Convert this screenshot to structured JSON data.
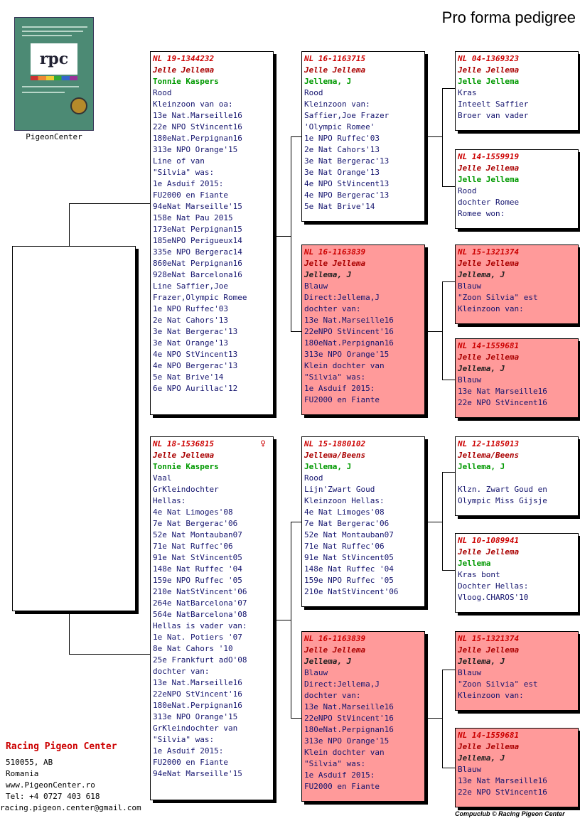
{
  "title": "Pro forma pedigree",
  "logo": {
    "mark": "rpc",
    "caption": "PigeonCenter"
  },
  "club": {
    "name": "Racing Pigeon Center",
    "lines": [
      "510055, AB",
      "Romania",
      "www.PigeonCenter.ro",
      "Tel: +4 0727 403 618",
      "racing.pigeon.center@gmail.com"
    ]
  },
  "footer": "Compuclub © Racing Pigeon Center",
  "birds": {
    "sire": {
      "ring": "NL  19-1344232",
      "owner": "Jelle Jellema",
      "breeder": "Tonnie Kaspers",
      "sex": "",
      "lines": [
        "Rood",
        "Kleinzoon van oa:",
        "13e Nat.Marseille16",
        "22e NPO StVincent16",
        "180eNat.Perpignan16",
        "313e NPO Orange'15",
        "Line of van",
        "\"Silvia\" was:",
        "1e Asduif 2015:",
        "FU2000 en Fiante",
        "94eNat Marseille'15",
        "158e Nat Pau 2015",
        "173eNat Perpignan15",
        "185eNPO Perigueux14",
        "335e NPO Bergerac14",
        "860eNat Perpignan16",
        "928eNat Barcelona16",
        "Line Saffier,Joe",
        "Frazer,Olympic Romee",
        "1e NPO Ruffec'03",
        "2e Nat Cahors'13",
        "3e Nat Bergerac'13",
        "3e Nat Orange'13",
        "4e NPO StVincent13",
        "4e NPO Bergerac'13",
        "5e Nat Brive'14",
        "6e NPO Aurillac'12"
      ]
    },
    "dam": {
      "ring": "NL  18-1536815",
      "owner": "Jelle Jellema",
      "breeder": "Tonnie Kaspers",
      "sex": "♀",
      "lines": [
        "Vaal",
        "GrKleindochter",
        "Hellas:",
        "4e Nat Limoges'08",
        "7e Nat Bergerac'06",
        "52e Nat Montauban07",
        "71e Nat Ruffec'06",
        "91e Nat StVincent05",
        "148e Nat Ruffec '04",
        "159e NPO Ruffec '05",
        "210e NatStVincent'06",
        "264e NatBarcelona'07",
        "564e NatBarcelona'08",
        "Hellas is vader van:",
        "1e Nat. Potiers '07",
        "8e Nat Cahors '10",
        "25e Frankfurt adO'08",
        "dochter van:",
        "13e Nat.Marseille16",
        "22eNPO StVincent'16",
        "180eNat.Perpignan16",
        "313e NPO Orange'15",
        "GrKleindochter van",
        "\"Silvia\" was:",
        "1e Asduif 2015:",
        "FU2000 en Fiante",
        "94eNat Marseille'15"
      ]
    },
    "ss": {
      "ring": "NL  16-1163715",
      "owner": "Jelle Jellema",
      "breeder": "Jellema, J",
      "lines": [
        "Rood",
        "Kleinzoon van:",
        "Saffier,Joe Frazer",
        "'Olympic Romee'",
        "1e NPO Ruffec'03",
        "2e Nat Cahors'13",
        "3e Nat Bergerac'13",
        "3e Nat Orange'13",
        "4e NPO StVincent13",
        "4e NPO Bergerac'13",
        "5e Nat Brive'14"
      ]
    },
    "sd": {
      "ring": "NL  16-1163839",
      "owner": "Jelle Jellema",
      "breeder": "Jellema, J",
      "lines": [
        "Blauw",
        "Direct:Jellema,J",
        "dochter van:",
        "13e Nat.Marseille16",
        "22eNPO StVincent'16",
        "180eNat.Perpignan16",
        "313e NPO Orange'15",
        "Klein dochter van",
        "\"Silvia\" was:",
        "1e Asduif 2015:",
        "FU2000 en Fiante"
      ]
    },
    "ds": {
      "ring": "NL  15-1880102",
      "owner": "Jellema/Beens",
      "breeder": "Jellema, J",
      "lines": [
        "Rood",
        "Lijn'Zwart Goud",
        "Kleinzoon Hellas:",
        "4e Nat Limoges'08",
        "7e Nat Bergerac'06",
        "52e Nat Montauban07",
        "71e Nat Ruffec'06",
        "91e Nat StVincent05",
        "148e Nat Ruffec '04",
        "159e NPO Ruffec '05",
        "210e NatStVincent'06"
      ]
    },
    "dd": {
      "ring": "NL  16-1163839",
      "owner": "Jelle Jellema",
      "breeder": "Jellema, J",
      "lines": [
        "Blauw",
        "Direct:Jellema,J",
        "dochter van:",
        "13e Nat.Marseille16",
        "22eNPO StVincent'16",
        "180eNat.Perpignan16",
        "313e NPO Orange'15",
        "Klein dochter van",
        "\"Silvia\" was:",
        "1e Asduif 2015:",
        "FU2000 en Fiante"
      ]
    },
    "sss": {
      "ring": "NL  04-1369323",
      "owner": "Jelle Jellema",
      "breeder": "Jelle Jellema",
      "lines": [
        "Kras",
        "Inteelt Saffier",
        "Broer van vader"
      ]
    },
    "ssd": {
      "ring": "NL  14-1559919",
      "owner": "Jelle Jellema",
      "breeder": "Jelle Jellema",
      "lines": [
        "Rood",
        "dochter Romee",
        "Romee won:"
      ]
    },
    "sds": {
      "ring": "NL  15-1321374",
      "owner": "Jelle Jellema",
      "breeder": "Jellema, J",
      "lines": [
        "Blauw",
        "\"Zoon Silvia\" est",
        "Kleinzoon van:"
      ]
    },
    "sdd": {
      "ring": "NL  14-1559681",
      "owner": "Jelle Jellema",
      "breeder": "Jellema, J",
      "lines": [
        "Blauw",
        "13e Nat Marseille16",
        "22e NPO StVincent16"
      ]
    },
    "dss": {
      "ring": "NL  12-1185013",
      "owner": "Jellema/Beens",
      "breeder": "Jellema, J",
      "lines": [
        "",
        "Klzn. Zwart Goud en",
        "Olympic Miss Gijsje"
      ]
    },
    "dsd": {
      "ring": "NL  10-1089941",
      "owner": "Jelle Jellema",
      "breeder": "Jellema",
      "lines": [
        "Kras bont",
        "Dochter Hellas:",
        "Vloog.CHAROS'10"
      ]
    },
    "dds": {
      "ring": "NL  15-1321374",
      "owner": "Jelle Jellema",
      "breeder": "Jellema, J",
      "lines": [
        "Blauw",
        "\"Zoon Silvia\" est",
        "Kleinzoon van:"
      ]
    },
    "ddd": {
      "ring": "NL  14-1559681",
      "owner": "Jelle Jellema",
      "breeder": "Jellema, J",
      "lines": [
        "Blauw",
        "13e Nat Marseille16",
        "22e NPO StVincent16"
      ]
    }
  }
}
